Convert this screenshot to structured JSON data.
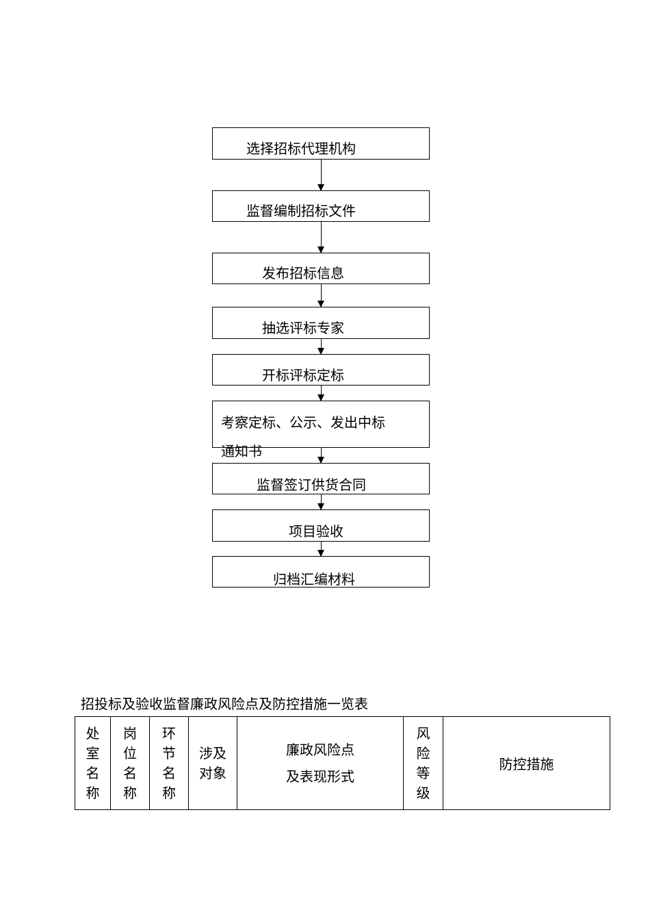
{
  "flowchart": {
    "steps": [
      {
        "label": "选择招标代理机构"
      },
      {
        "label": "监督编制招标文件"
      },
      {
        "label": "发布招标信息"
      },
      {
        "label": "抽选评标专家"
      },
      {
        "label": "开标评标定标"
      },
      {
        "label_line1": "考察定标、公示、发出中标",
        "label_line2": "通知书"
      },
      {
        "label": "监督签订供货合同"
      },
      {
        "label": "项目验收"
      },
      {
        "label": "归档汇编材料"
      }
    ]
  },
  "table": {
    "title": "招投标及验收监督廉政风险点及防控措施一览表",
    "headers": {
      "department": "处室名称",
      "position": "岗位名称",
      "step": "环节名称",
      "target": "涉及对象",
      "risk_line1": "廉政风险点",
      "risk_line2": "及表现形式",
      "level": "风险等级",
      "measures": "防控措施"
    }
  }
}
